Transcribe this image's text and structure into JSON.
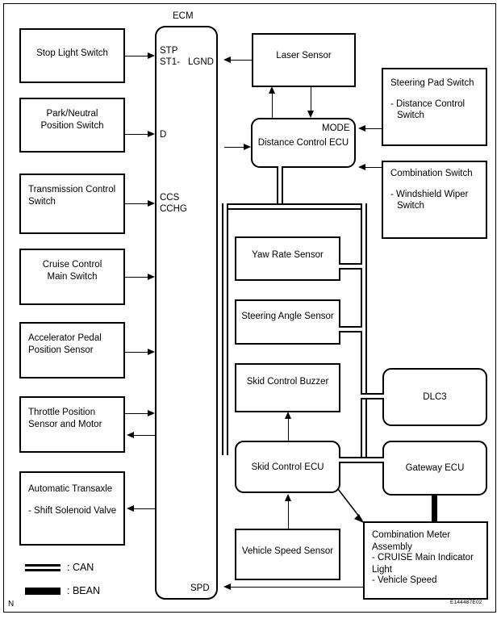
{
  "diagram": {
    "title": "ECM",
    "figure_code": "E144487E02",
    "corner_mark": "N"
  },
  "ecm": {
    "name": "ECM",
    "pins": [
      {
        "id": "stp",
        "label": "STP"
      },
      {
        "id": "st1",
        "label": "ST1-"
      },
      {
        "id": "lgnd",
        "label": "LGND"
      },
      {
        "id": "d",
        "label": "D"
      },
      {
        "id": "ccs",
        "label": "CCS"
      },
      {
        "id": "cchg",
        "label": "CCHG"
      },
      {
        "id": "spd",
        "label": "SPD"
      }
    ]
  },
  "left_column": [
    {
      "id": "stop-light-switch",
      "title": "Stop Light Switch",
      "sub": ""
    },
    {
      "id": "park-neutral-position-switch",
      "title": "Park/Neutral",
      "title2": "Position Switch",
      "sub": ""
    },
    {
      "id": "transmission-control-switch",
      "title": "Transmission Control",
      "title2": "Switch",
      "sub": ""
    },
    {
      "id": "cruise-control-main-switch",
      "title": "Cruise Control",
      "title2": "Main Switch",
      "sub": ""
    },
    {
      "id": "accelerator-pedal-position-sensor",
      "title": "Accelerator Pedal",
      "title2": "Position Sensor",
      "sub": ""
    },
    {
      "id": "throttle-position-sensor-and-motor",
      "title": "Throttle Position",
      "title2": "Sensor and Motor",
      "sub": ""
    },
    {
      "id": "automatic-transaxle",
      "title": "Automatic Transaxle",
      "sub": "- Shift Solenoid Valve"
    }
  ],
  "center_column": {
    "laser_sensor": "Laser Sensor",
    "distance_control_ecu": "Distance Control ECU",
    "distance_control_ecu_pin": "MODE",
    "yaw_rate_sensor": "Yaw Rate Sensor",
    "steering_angle_sensor": "Steering Angle Sensor",
    "skid_control_buzzer": "Skid Control Buzzer",
    "skid_control_ecu": "Skid Control ECU",
    "vehicle_speed_sensor": "Vehicle Speed Sensor"
  },
  "right_column": {
    "steering_pad_switch": {
      "title": "Steering Pad Switch",
      "item1": "- Distance Control",
      "item2": "Switch"
    },
    "combination_switch": {
      "title": "Combination Switch",
      "item1": "- Windshield Wiper",
      "item2": "Switch"
    },
    "dlc3": "DLC3",
    "gateway_ecu": "Gateway ECU",
    "combination_meter": {
      "title": "Combination Meter Assembly",
      "item1": "- CRUISE Main Indicator Light",
      "item2": "- Vehicle Speed"
    }
  },
  "legend": [
    {
      "id": "can",
      "swatch": "can-double-line",
      "label": ": CAN"
    },
    {
      "id": "bean",
      "swatch": "bean-solid-line",
      "label": ": BEAN"
    }
  ],
  "colors": {
    "line": "#000000",
    "background": "#ffffff"
  }
}
